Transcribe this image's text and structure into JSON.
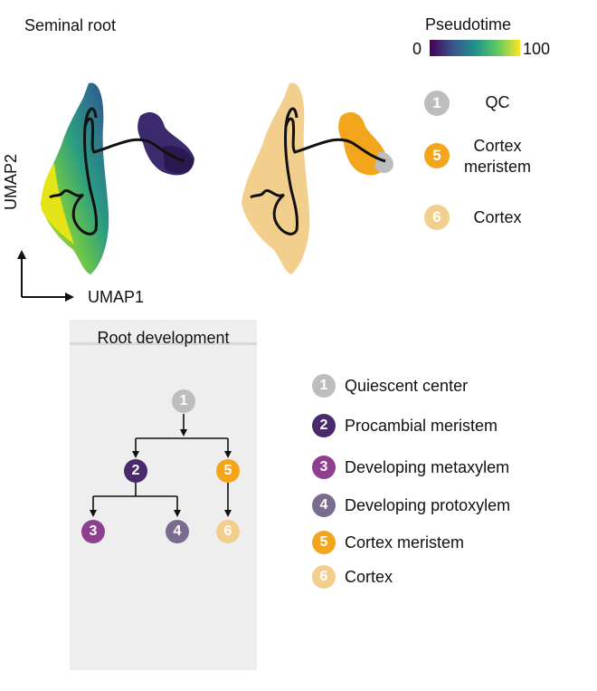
{
  "panel_title": "Seminal root",
  "pseudotime": {
    "title": "Pseudotime",
    "min": "0",
    "max": "100"
  },
  "axes": {
    "x": "UMAP1",
    "y": "UMAP2"
  },
  "colors": {
    "qc": "#bdbdbd",
    "procambial": "#4b2a6b",
    "metaxylem": "#8e3f8f",
    "protoxylem": "#7a6c91",
    "cortex_meristem": "#f3a51b",
    "cortex": "#f2cf8c"
  },
  "umap_legend": [
    {
      "num": "1",
      "label": "QC"
    },
    {
      "num": "5",
      "label": "Cortex meristem"
    },
    {
      "num": "6",
      "label": "Cortex"
    }
  ],
  "dev_tree": {
    "title": "Root development",
    "nodes": [
      "1",
      "2",
      "5",
      "3",
      "4",
      "6"
    ]
  },
  "legend": [
    {
      "num": "1",
      "label": "Quiescent center"
    },
    {
      "num": "2",
      "label": "Procambial meristem"
    },
    {
      "num": "3",
      "label": "Developing metaxylem"
    },
    {
      "num": "4",
      "label": "Developing protoxylem"
    },
    {
      "num": "5",
      "label": "Cortex meristem"
    },
    {
      "num": "6",
      "label": "Cortex"
    }
  ]
}
